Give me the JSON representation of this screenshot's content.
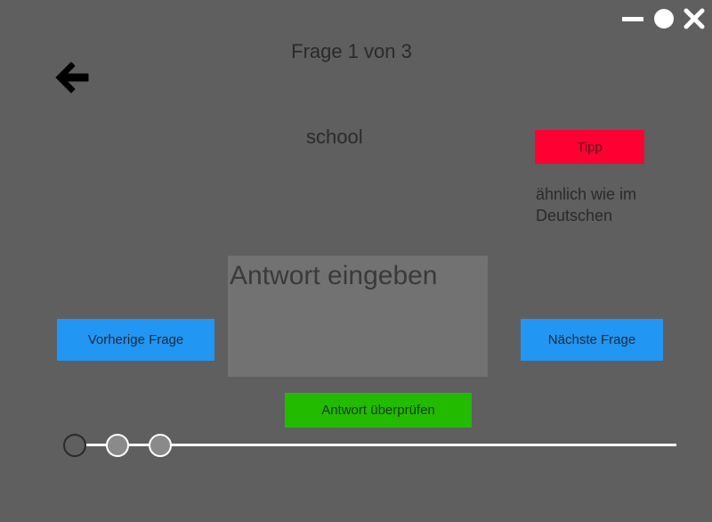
{
  "window": {
    "controls": {
      "minimize_icon": "minimize-icon",
      "maximize_icon": "circle-icon",
      "close_icon": "close-icon"
    }
  },
  "header": {
    "back_icon": "arrow-left-icon",
    "question_counter": "Frage 1 von 3"
  },
  "question": {
    "word": "school"
  },
  "hint": {
    "button_label": "Tipp",
    "text": "ähnlich wie im Deutschen"
  },
  "answer": {
    "value": "",
    "placeholder": "Antwort eingeben"
  },
  "navigation": {
    "prev_label": "Vorherige Frage",
    "next_label": "Nächste Frage",
    "check_label": "Antwort überprüfen"
  },
  "progress": {
    "current": 1,
    "total": 3
  },
  "colors": {
    "background": "#5f5f5f",
    "hint_button": "#ff0033",
    "nav_button": "#2196f3",
    "check_button": "#22bb00",
    "input_background": "#727272"
  }
}
